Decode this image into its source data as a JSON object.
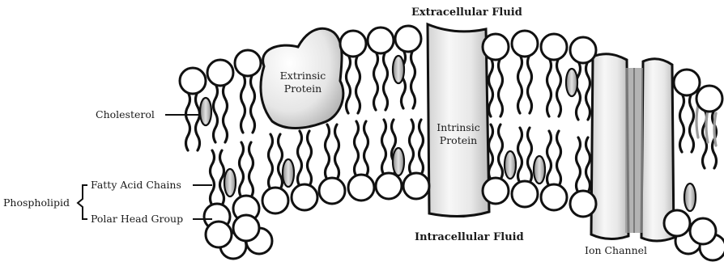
{
  "labels": {
    "extracellular": "Extracellular Fluid",
    "intracellular": "Intracellular Fluid",
    "cholesterol": "Cholesterol",
    "phospholipid": "Phospholipid",
    "fatty_acid_chains": "Fatty Acid Chains",
    "polar_head_group": "Polar Head Group",
    "extrinsic_protein": [
      "Extrinsic",
      "Protein"
    ],
    "intrinsic_protein": [
      "Intrinsic",
      "Protein"
    ],
    "ion_channel": "Ion Channel"
  },
  "colors": {
    "outline": "#111111",
    "protein_fill": "#eeeeee",
    "protein_shade": "#b8b8b8",
    "channel_pore": "#9a9a9a",
    "cholesterol_fill": "#cfcfcf",
    "head_fill": "#ffffff"
  }
}
